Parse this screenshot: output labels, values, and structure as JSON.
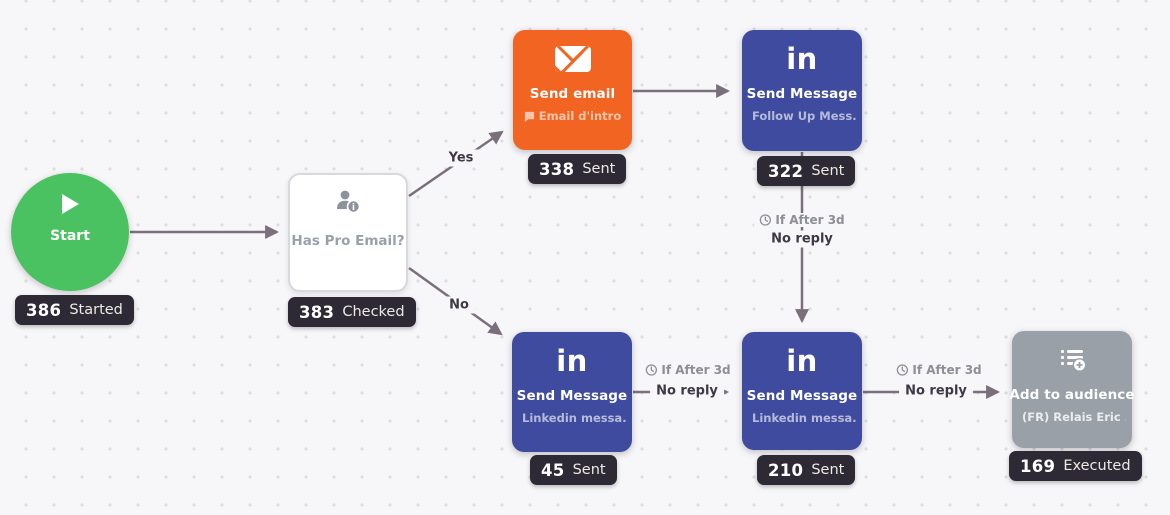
{
  "colors": {
    "background": "#f7f7f9",
    "dot": "#dcdce1",
    "edge": "#7a6f7a",
    "badge_bg": "#2d2a36",
    "green": "#4ac261",
    "orange": "#f26422",
    "indigo": "#3f4b9e",
    "gray_node": "#9aa0a8",
    "muted_text": "#8e8e96",
    "dark_text": "#3f3947",
    "condition_text": "#9aa0ab"
  },
  "nodes": {
    "start": {
      "label": "Start",
      "badge": {
        "value": "386",
        "label": "Started"
      }
    },
    "condition": {
      "title": "Has Pro Email?",
      "badge": {
        "value": "383",
        "label": "Checked"
      }
    },
    "send_email": {
      "title": "Send email",
      "subtitle": "Email d'intro",
      "badge": {
        "value": "338",
        "label": "Sent"
      }
    },
    "follow_up": {
      "logo": "in",
      "title": "Send Message",
      "subtitle": "Follow Up Mess...",
      "badge": {
        "value": "322",
        "label": "Sent"
      }
    },
    "linkedin_msg_1": {
      "logo": "in",
      "title": "Send Message",
      "subtitle": "Linkedin messa...",
      "badge": {
        "value": "45",
        "label": "Sent"
      }
    },
    "linkedin_msg_2": {
      "logo": "in",
      "title": "Send Message",
      "subtitle": "Linkedin messa...",
      "badge": {
        "value": "210",
        "label": "Sent"
      }
    },
    "add_audience": {
      "title": "Add to audience",
      "subtitle": "(FR) Relais Eric ...",
      "badge": {
        "value": "169",
        "label": "Executed"
      }
    }
  },
  "edges": {
    "yes": "Yes",
    "no": "No",
    "delay": "If After 3d",
    "no_reply": "No reply"
  }
}
